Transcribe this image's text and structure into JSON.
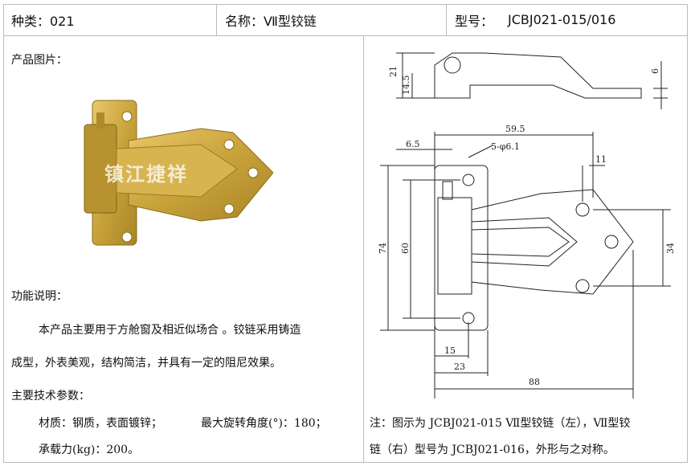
{
  "header": {
    "category": "种类：021",
    "name": "名称：Ⅶ型铰链",
    "model_label": "型号：",
    "model_value": "JCBJ021-015/016"
  },
  "left": {
    "photo_title": "产品图片：",
    "watermark": "镇江捷祥",
    "function_title": "功能说明：",
    "function_line1": "本产品主要用于方舱窗及相近似场合 。铰链采用铸造",
    "function_line2": "成型，外表美观，结构简洁，并具有一定的阻尼效果。",
    "params_title": "主要技术参数：",
    "params_line1a": "材质：钢质，表面镀锌；",
    "params_line1b": "最大旋转角度(°)：180；",
    "params_line2": "承载力(kg)：200。"
  },
  "drawing": {
    "dims": {
      "d21": "21",
      "d14_5": "14.5",
      "d6": "6",
      "d59_5": "59.5",
      "d6_5": "6.5",
      "holes": "5-φ6.1",
      "d11": "11",
      "d74": "74",
      "d60": "60",
      "d34": "34",
      "d15": "15",
      "d23": "23",
      "d88": "88"
    },
    "note_line1": "注：图示为 JCBJ021-015 Ⅶ型铰链（左），Ⅶ型铰",
    "note_line2": "链（右）型号为 JCBJ021-016，外形与之对称。"
  }
}
